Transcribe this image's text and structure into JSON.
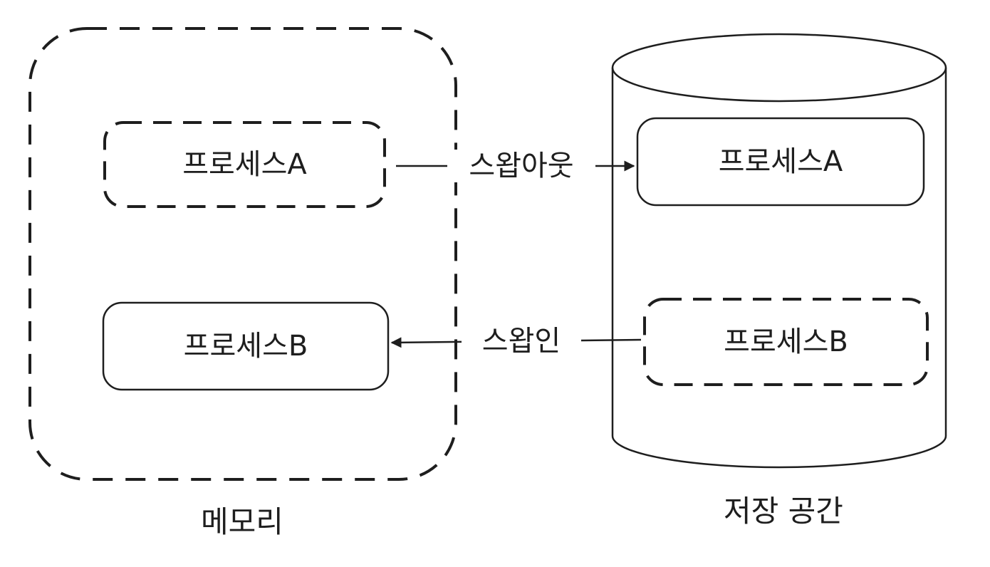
{
  "memory": {
    "label": "메모리",
    "process_a": "프로세스A",
    "process_b": "프로세스B"
  },
  "storage": {
    "label": "저장 공간",
    "process_a": "프로세스A",
    "process_b": "프로세스B"
  },
  "arrows": {
    "swap_out": "스왑아웃",
    "swap_in": "스왑인"
  },
  "colors": {
    "stroke": "#1e1e1e",
    "background": "#ffffff"
  }
}
